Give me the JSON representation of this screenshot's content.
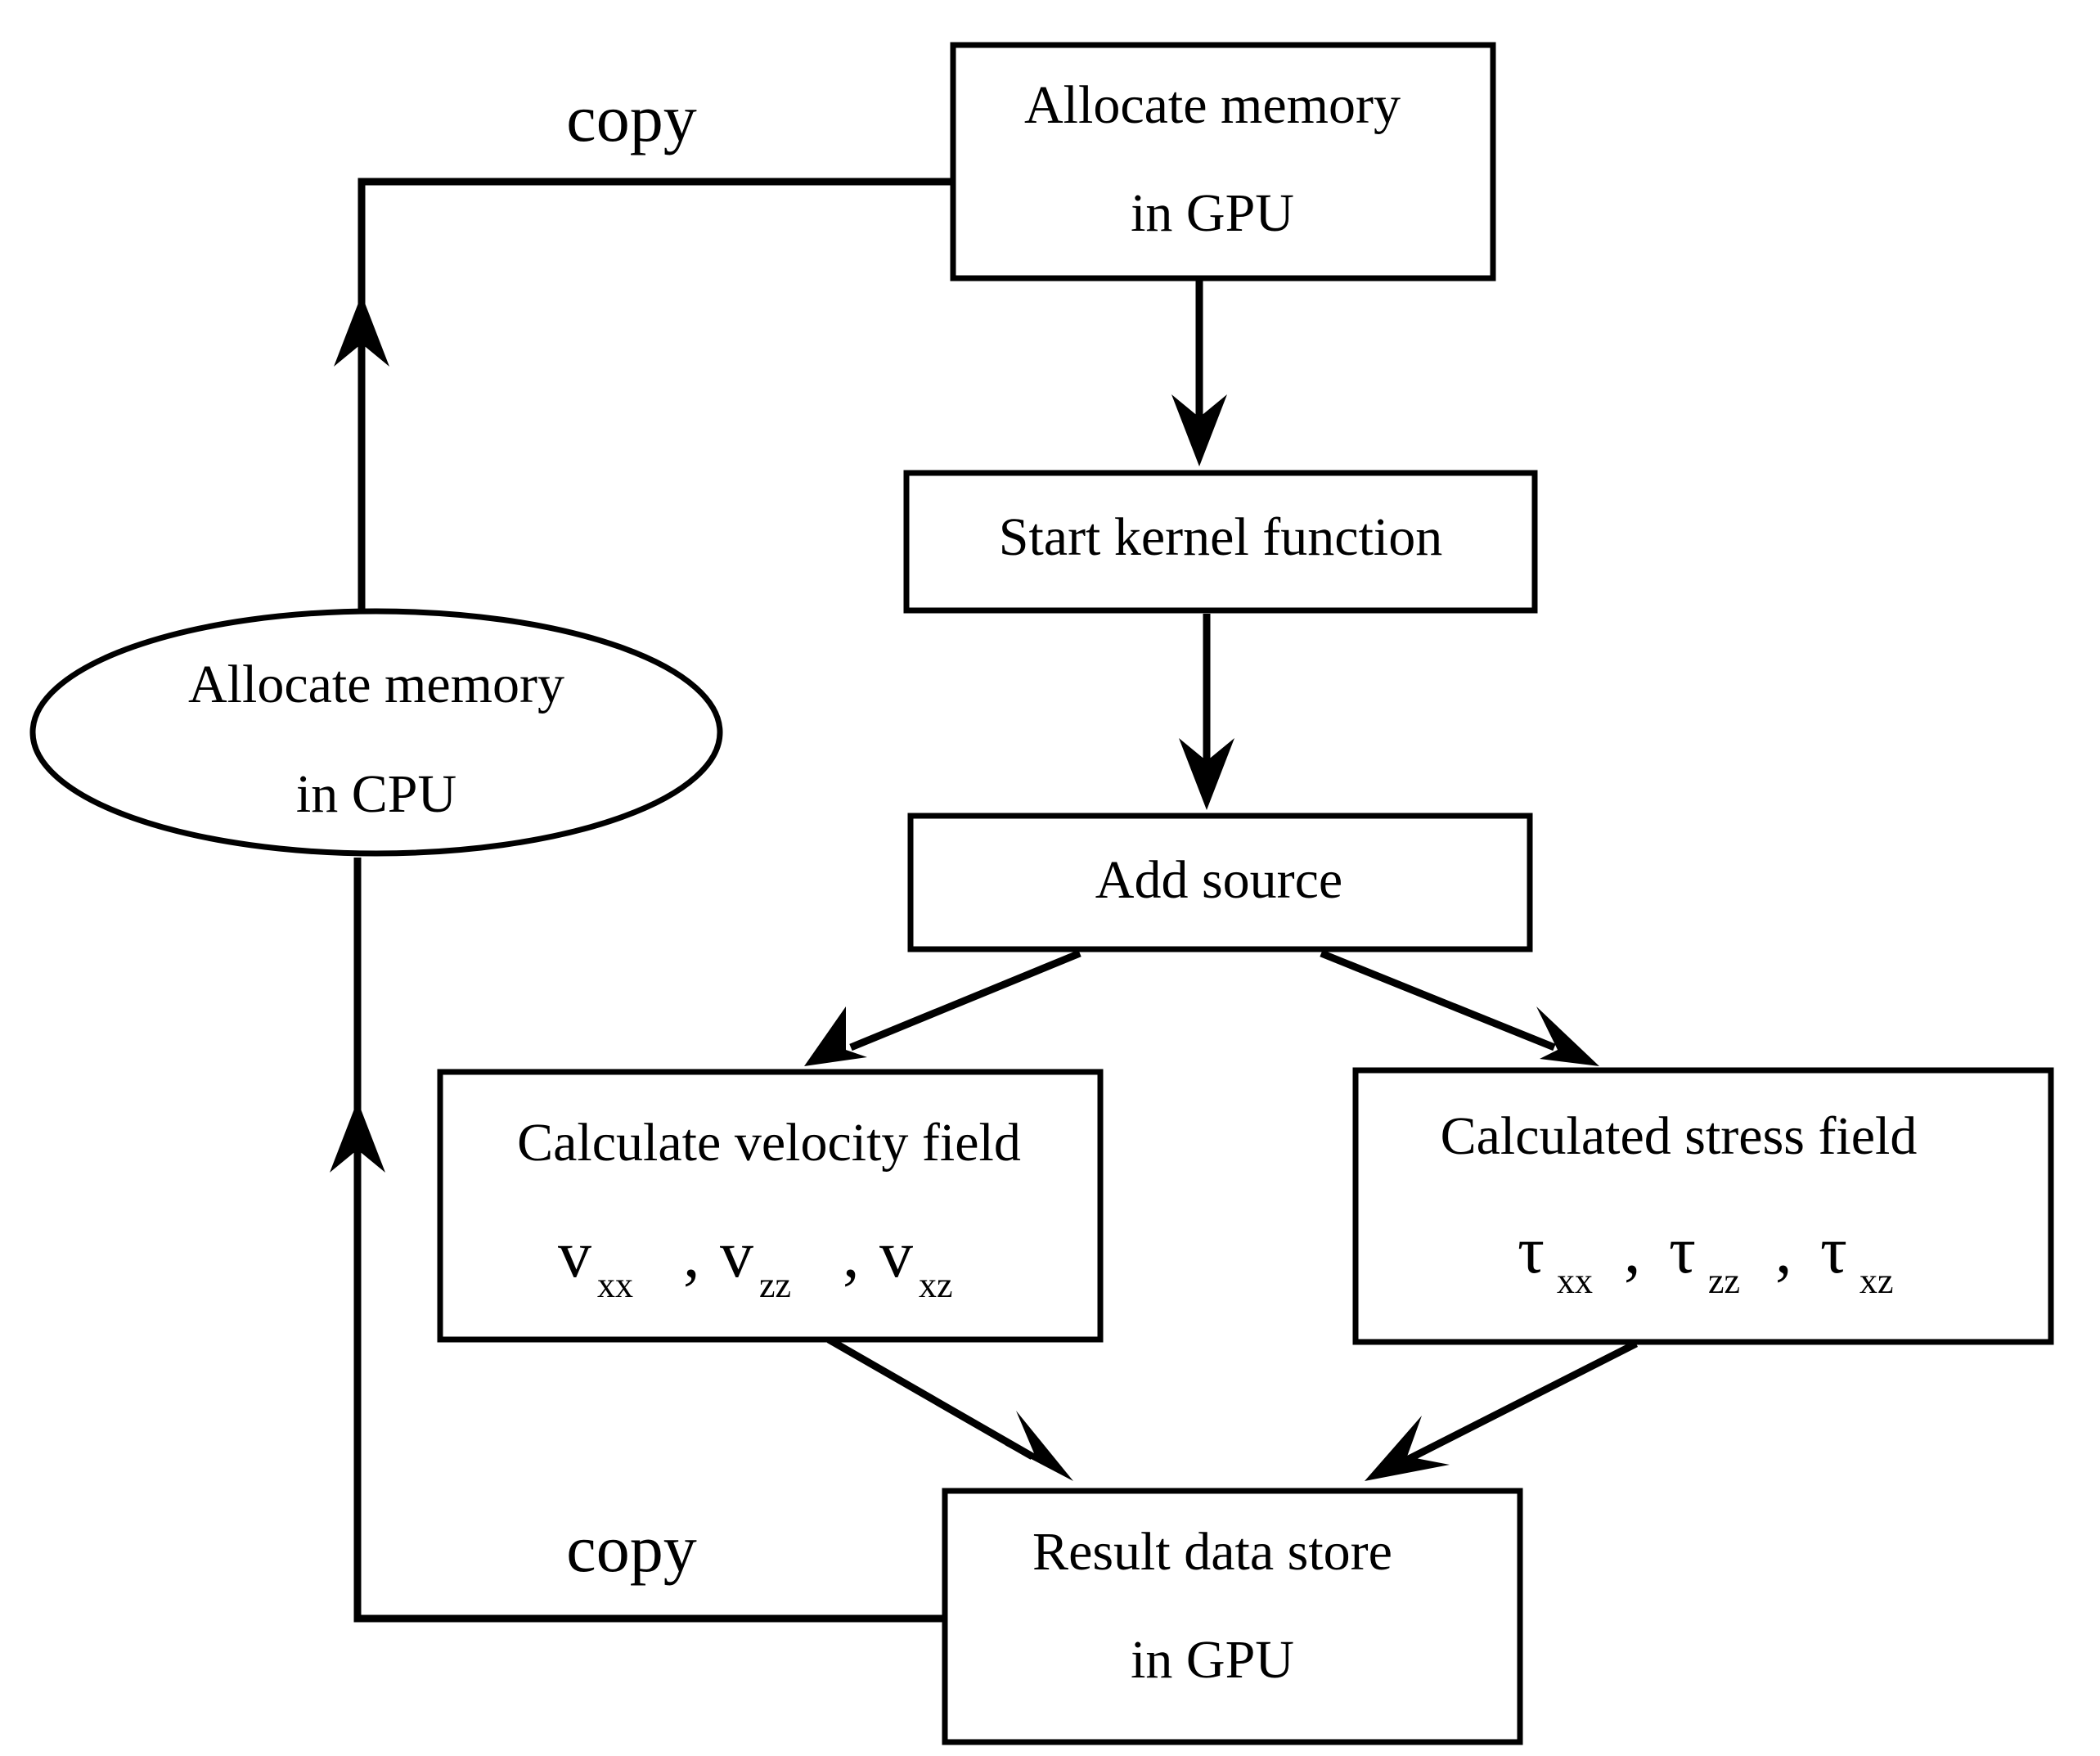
{
  "nodes": {
    "alloc_gpu": {
      "line1": "Allocate memory",
      "line2": "in GPU"
    },
    "start_kernel": {
      "line1": "Start kernel function"
    },
    "add_source": {
      "line1": "Add source"
    },
    "velocity": {
      "line1": "Calculate velocity field",
      "symbols": [
        {
          "symbol": "v",
          "sub": "xx"
        },
        {
          "symbol": "v",
          "sub": "zz"
        },
        {
          "symbol": "v",
          "sub": "xz"
        }
      ],
      "separator": ","
    },
    "stress": {
      "line1": "Calculated stress field",
      "symbols": [
        {
          "symbol": "τ",
          "sub": "xx"
        },
        {
          "symbol": "τ",
          "sub": "zz"
        },
        {
          "symbol": "τ",
          "sub": "xz"
        }
      ],
      "separator": ","
    },
    "result": {
      "line1": "Result data store",
      "line2": "in GPU"
    },
    "alloc_cpu": {
      "line1": "Allocate memory",
      "line2": "in CPU"
    }
  },
  "edge_labels": {
    "copy_top": "copy",
    "copy_bottom": "copy"
  }
}
